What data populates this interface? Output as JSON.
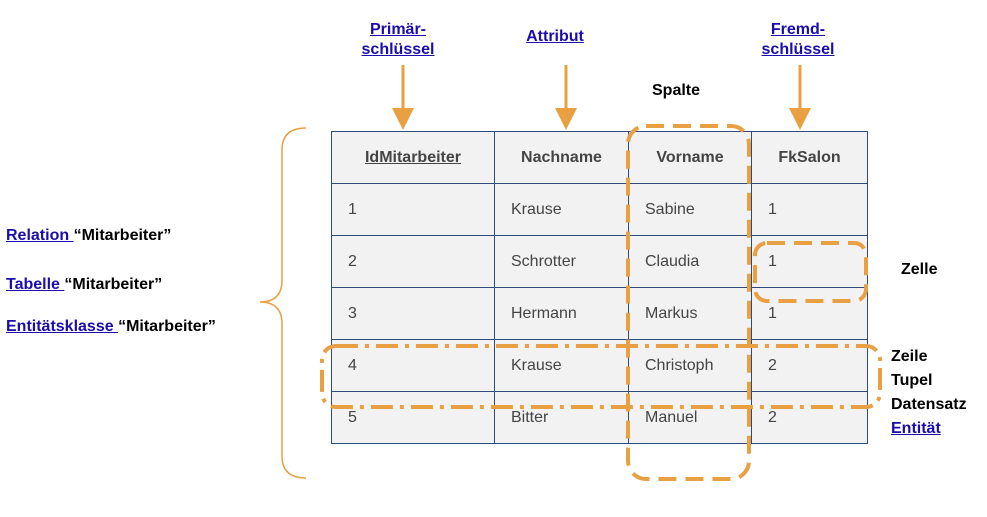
{
  "labels": {
    "primaer_line1": "Primär-",
    "primaer_line2": "schlüssel",
    "attribut": "Attribut",
    "fremd_line1": "Fremd-",
    "fremd_line2": "schlüssel",
    "spalte": "Spalte",
    "zelle": "Zelle",
    "zeile": "Zeile",
    "tupel": "Tupel",
    "datensatz": "Datensatz",
    "entitaet": "Entität"
  },
  "left": {
    "relation_link": "Relation ",
    "relation_text": "“Mitarbeiter”",
    "tabelle_link": "Tabelle ",
    "tabelle_text": "“Mitarbeiter”",
    "entitaet_link": "Entitätsklasse ",
    "entitaet_text": "“Mitarbeiter”"
  },
  "table": {
    "headers": [
      "IdMitarbeiter",
      "Nachname",
      "Vorname",
      "FkSalon"
    ],
    "rows": [
      [
        "1",
        "Krause",
        "Sabine",
        "1"
      ],
      [
        "2",
        "Schrotter",
        "Claudia",
        "1"
      ],
      [
        "3",
        "Hermann",
        "Markus",
        "1"
      ],
      [
        "4",
        "Krause",
        "Christoph",
        "2"
      ],
      [
        "5",
        "Bitter",
        "Manuel",
        "2"
      ]
    ]
  },
  "colors": {
    "accent": "#e8a043",
    "border": "#2f4b7c",
    "link": "#1a0dab",
    "cell_bg": "#f2f2f2"
  }
}
